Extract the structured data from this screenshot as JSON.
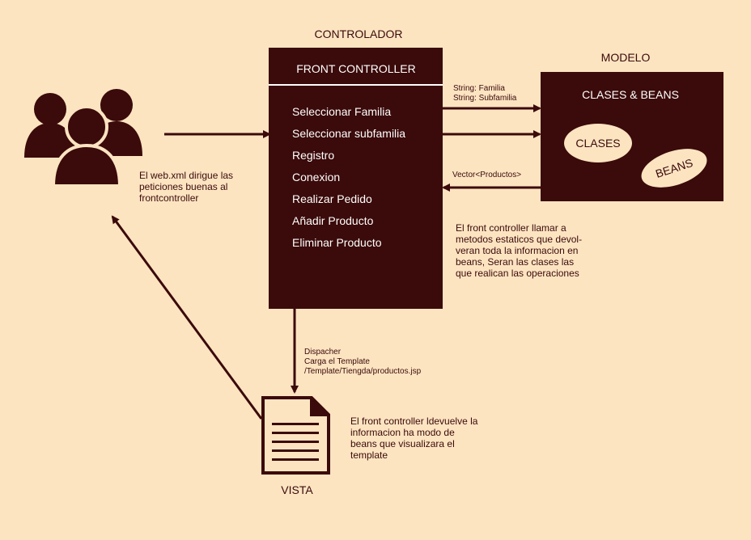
{
  "controller": {
    "section_title": "CONTROLADOR",
    "header": "FRONT CONTROLLER",
    "actions": [
      "Seleccionar Familia",
      "Seleccionar subfamilia",
      "Registro",
      "Conexion",
      "Realizar Pedido",
      "Añadir Producto",
      "Eliminar Producto"
    ]
  },
  "model": {
    "section_title": "MODELO",
    "header": "CLASES & BEANS",
    "ellipse_clases": "CLASES",
    "ellipse_beans": "BEANS"
  },
  "view": {
    "label": "VISTA"
  },
  "arrows": {
    "to_model_line1": "String: Familia",
    "to_model_line2": "String: Subfamilia",
    "from_model": "Vector<Productos>"
  },
  "notes": {
    "webxml": [
      "El web.xml dirigue las",
      "peticiones buenas al",
      "frontcontroller"
    ],
    "front_static": [
      "El front controller llamar a",
      "metodos estaticos que devol-",
      "veran toda la informacion en",
      "beans, Seran las clases las",
      "que realican las operaciones"
    ],
    "dispatcher": [
      "Dispacher",
      "Carga el Template",
      "/Template/Tiengda/productos.jsp"
    ],
    "returns": [
      "El front controller ldevuelve la",
      "informacion ha modo de",
      "beans que visualizara el",
      "template"
    ]
  },
  "colors": {
    "background": "#fce4c1",
    "dark": "#3b0a0a",
    "ellipse_fill": "#fce4c1"
  }
}
